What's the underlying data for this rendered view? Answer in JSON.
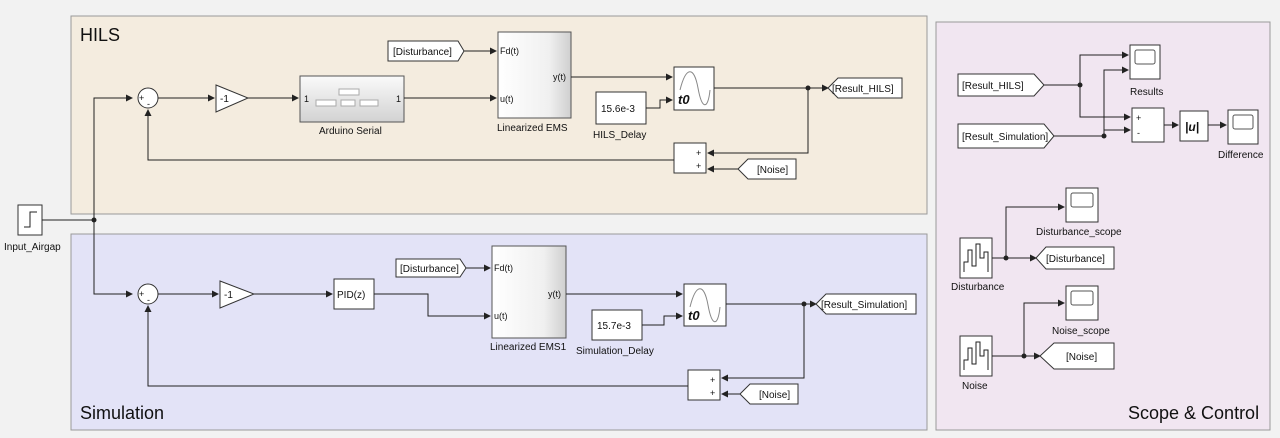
{
  "areas": {
    "hils": "HILS",
    "simulation": "Simulation",
    "scope": "Scope & Control"
  },
  "blocks": {
    "input_airgap": "Input_Airgap",
    "gain": "-1",
    "arduino_in_port": "1",
    "arduino_out_port": "1",
    "arduino_label": "Arduino Serial",
    "pid": "PID(z)",
    "ems_fd": "Fd(t)",
    "ems_u": "u(t)",
    "ems_y": "y(t)",
    "ems_label": "Linearized EMS",
    "ems1_label": "Linearized EMS1",
    "hils_delay_value": "15.6e-3",
    "hils_delay_label": "HILS_Delay",
    "sim_delay_value": "15.7e-3",
    "sim_delay_label": "Simulation_Delay",
    "delay_glyph": "t0",
    "sum_plus": "+",
    "sum_minus": "-",
    "abs": "|u|",
    "results": "Results",
    "difference": "Difference",
    "disturbance_source": "Disturbance",
    "disturbance_scope": "Disturbance_scope",
    "noise_source": "Noise",
    "noise_scope": "Noise_scope"
  },
  "tags": {
    "disturbance_from": "[Disturbance]",
    "noise_from": "[Noise]",
    "result_hils_goto": "[Result_HILS]",
    "result_sim_goto": "[Result_Simulation]",
    "result_hils_from": "[Result_HILS]",
    "result_sim_from": "[Result_Simulation]",
    "disturbance_goto": "[Disturbance]",
    "noise_goto": "[Noise]"
  },
  "colors": {
    "hils_area": "#f4ecdf",
    "simulation_area": "#e3e3f7",
    "scope_area": "#f1e6f1",
    "area_border": "#999999"
  }
}
